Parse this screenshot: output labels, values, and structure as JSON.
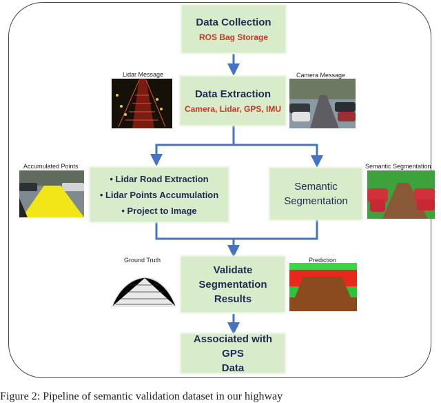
{
  "boxes": {
    "collection": {
      "title": "Data Collection",
      "sub": "ROS Bag Storage"
    },
    "extraction": {
      "title": "Data Extraction",
      "sub": "Camera, Lidar, GPS, IMU"
    },
    "lidar": {
      "items": [
        "Lidar Road Extraction",
        "Lidar Points Accumulation",
        "Project to Image"
      ]
    },
    "semantic": {
      "line1": "Semantic",
      "line2": "Segmentation"
    },
    "validate": {
      "line1": "Validate",
      "line2": "Segmentation",
      "line3": "Results"
    },
    "gps": {
      "line1": "Associated with GPS",
      "line2": "Data"
    }
  },
  "images": {
    "lidar_message": "Lidar Message",
    "camera_message": "Camera Message",
    "accumulated_points": "Accumulated Points",
    "semantic_segmentation": "Semantic Segmentation",
    "ground_truth": "Ground Truth",
    "prediction": "Prediction"
  },
  "colors": {
    "arrow": "#4472c4",
    "box": "#d8ecc9",
    "title_text": "#1f2a55",
    "sub_text": "#c0392b"
  },
  "caption": "Figure 2: Pipeline of semantic validation dataset in our highway"
}
